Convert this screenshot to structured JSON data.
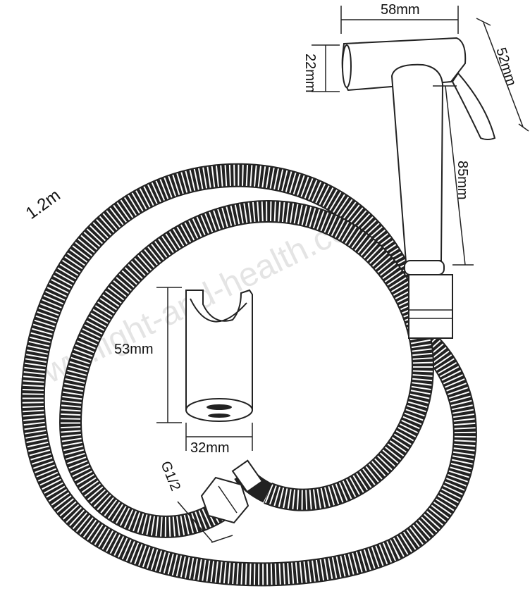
{
  "labels": {
    "hose_length": "1.2m",
    "head_width": "58mm",
    "head_height": "22mm",
    "trigger_length": "52mm",
    "handle_length": "85mm",
    "holder_height": "53mm",
    "holder_width": "32mm",
    "thread": "G1/2"
  },
  "watermark": "www.light-and-health.com"
}
